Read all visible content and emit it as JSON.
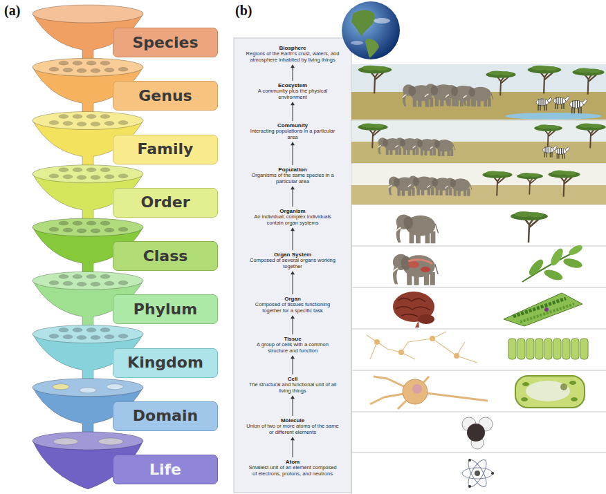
{
  "diagram": {
    "nodes": [
      {
        "text": [
          "Species"
        ]
      },
      {
        "text": [
          "Genus"
        ]
      },
      {
        "text": [
          "Family"
        ]
      },
      {
        "text": [
          "Order"
        ]
      },
      {
        "text": [
          "Class"
        ]
      },
      {
        "text": [
          "Phylum"
        ]
      },
      {
        "text": [
          "Kingdom"
        ]
      },
      {
        "text": [
          "Domain"
        ]
      },
      {
        "text": [
          "Life"
        ]
      },
      {
        "text": [
          "Biosphere",
          "Regions of the Earth's crust, waters, and atmosphere inhabited by living things"
        ]
      },
      {
        "text": [
          "Ecosystem",
          "A community plus the physical environment"
        ]
      },
      {
        "text": [
          "Community",
          "Interacting populations in a particular area"
        ]
      },
      {
        "text": [
          "Population",
          "Organisms of the same species in a particular area"
        ]
      },
      {
        "text": [
          "Organism",
          "An individual; complex individuals contain organ systems"
        ]
      },
      {
        "text": [
          "Organ System",
          "Composed of several organs working together"
        ]
      },
      {
        "text": [
          "Organ",
          "Composed of tissues functioning together for a specific task"
        ]
      },
      {
        "text": [
          "Tissue",
          "A group of cells with a common structure and function"
        ]
      },
      {
        "text": [
          "Cell",
          "The structural and functional unit of all living things"
        ]
      },
      {
        "text": [
          "Molecule",
          "Union of two or more atoms of the same or different elements"
        ]
      },
      {
        "text": [
          "Atom",
          "Smallest unit of an element composed of electrons, protons, and neutrons"
        ]
      }
    ],
    "edges": [
      {
        "from": 10,
        "to": 9,
        "arrow": "to"
      },
      {
        "from": 11,
        "to": 10,
        "arrow": "to"
      },
      {
        "from": 12,
        "to": 11,
        "arrow": "to"
      },
      {
        "from": 13,
        "to": 12,
        "arrow": "to"
      },
      {
        "from": 14,
        "to": 13,
        "arrow": "to"
      },
      {
        "from": 15,
        "to": 14,
        "arrow": "to"
      },
      {
        "from": 16,
        "to": 15,
        "arrow": "to"
      },
      {
        "from": 17,
        "to": 16,
        "arrow": "to"
      },
      {
        "from": 18,
        "to": 17,
        "arrow": "to"
      },
      {
        "from": 19,
        "to": 18,
        "arrow": "to"
      }
    ],
    "labels": [
      "(a)",
      "(b)"
    ]
  }
}
